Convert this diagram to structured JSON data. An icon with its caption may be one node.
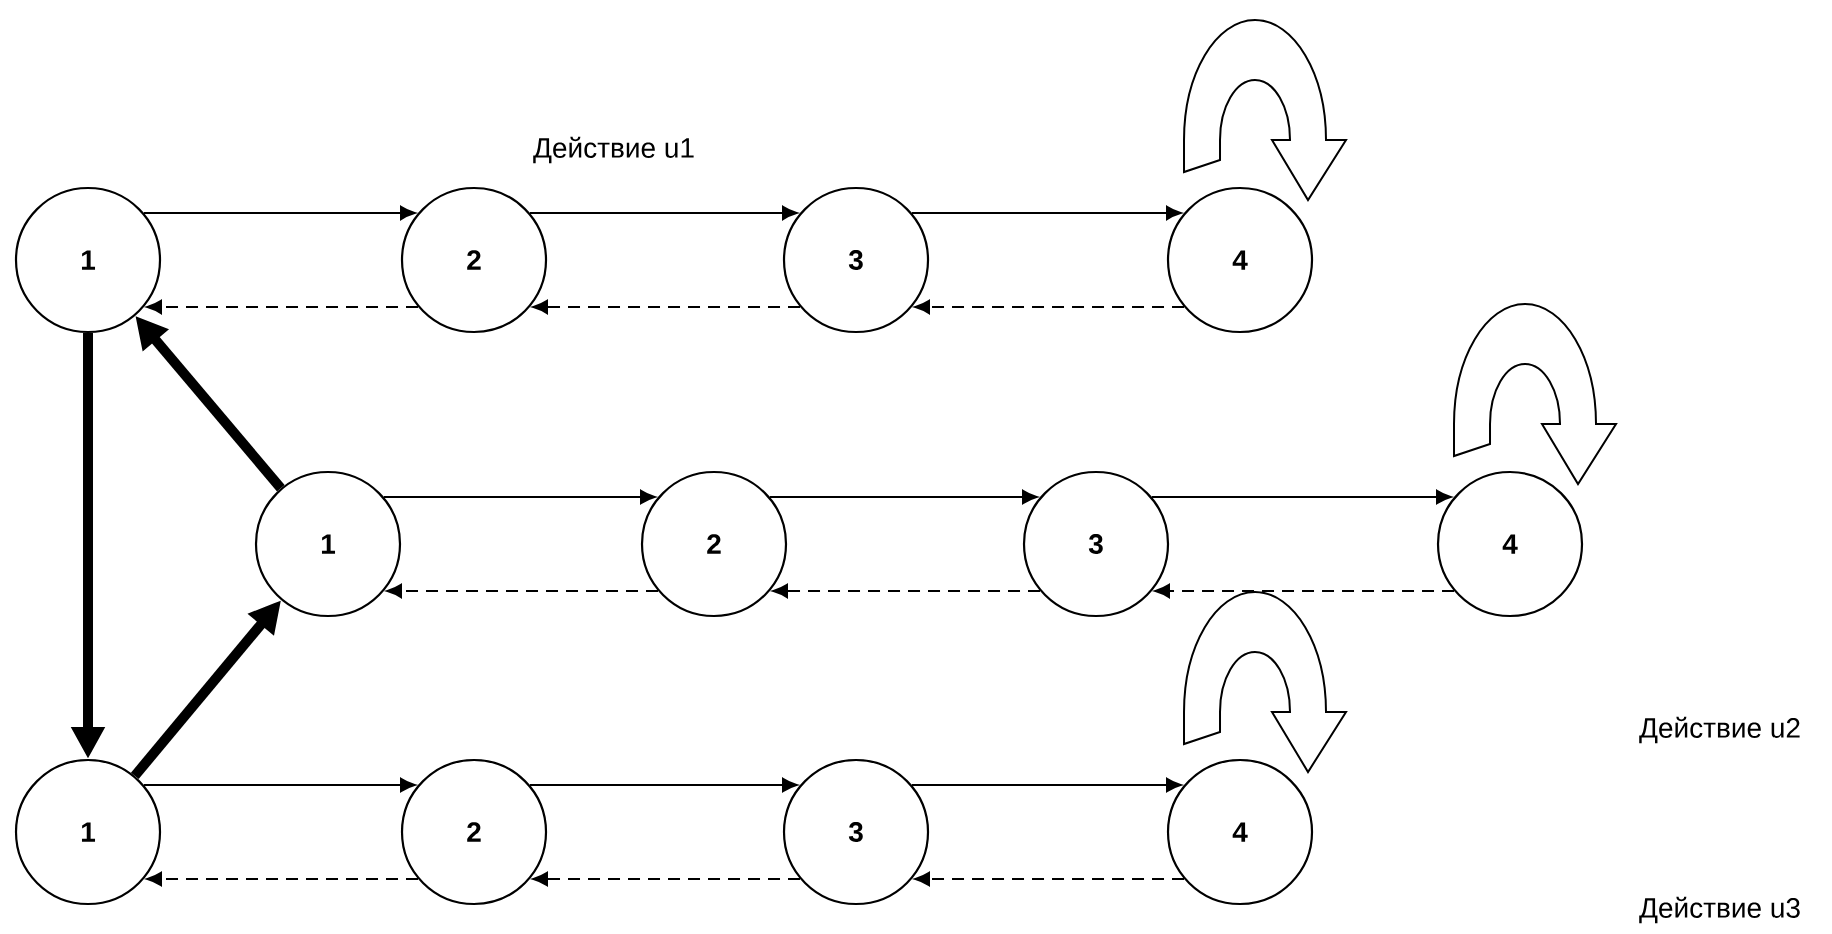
{
  "diagram": {
    "nodes": [
      {
        "text": [
          "1"
        ]
      },
      {
        "text": [
          "2"
        ]
      },
      {
        "text": [
          "3"
        ]
      },
      {
        "text": [
          "4"
        ]
      },
      {
        "text": [
          "1"
        ]
      },
      {
        "text": [
          "2"
        ]
      },
      {
        "text": [
          "3"
        ]
      },
      {
        "text": [
          "4"
        ]
      },
      {
        "text": [
          "1"
        ]
      },
      {
        "text": [
          "2"
        ]
      },
      {
        "text": [
          "3"
        ]
      },
      {
        "text": [
          "4"
        ]
      }
    ],
    "edges": [
      {
        "from": 0,
        "to": 1,
        "arrow": "to"
      },
      {
        "from": 1,
        "to": 2,
        "arrow": "to"
      },
      {
        "from": 2,
        "to": 3,
        "arrow": "to"
      },
      {
        "from": 1,
        "to": 0,
        "arrow": "to",
        "style": "dashed"
      },
      {
        "from": 2,
        "to": 1,
        "arrow": "to",
        "style": "dashed"
      },
      {
        "from": 3,
        "to": 2,
        "arrow": "to",
        "style": "dashed"
      },
      {
        "from": 3,
        "to": 3,
        "arrow": "to"
      },
      {
        "from": 4,
        "to": 5,
        "arrow": "to"
      },
      {
        "from": 5,
        "to": 6,
        "arrow": "to"
      },
      {
        "from": 6,
        "to": 7,
        "arrow": "to"
      },
      {
        "from": 5,
        "to": 4,
        "arrow": "to",
        "style": "dashed"
      },
      {
        "from": 6,
        "to": 5,
        "arrow": "to",
        "style": "dashed"
      },
      {
        "from": 7,
        "to": 6,
        "arrow": "to",
        "style": "dashed"
      },
      {
        "from": 7,
        "to": 7,
        "arrow": "to"
      },
      {
        "from": 8,
        "to": 9,
        "arrow": "to"
      },
      {
        "from": 9,
        "to": 10,
        "arrow": "to"
      },
      {
        "from": 10,
        "to": 11,
        "arrow": "to"
      },
      {
        "from": 9,
        "to": 8,
        "arrow": "to",
        "style": "dashed"
      },
      {
        "from": 10,
        "to": 9,
        "arrow": "to",
        "style": "dashed"
      },
      {
        "from": 11,
        "to": 10,
        "arrow": "to",
        "style": "dashed"
      },
      {
        "from": 11,
        "to": 11,
        "arrow": "to"
      },
      {
        "from": 0,
        "to": 8,
        "arrow": "to",
        "style": "thick"
      },
      {
        "from": 8,
        "to": 4,
        "arrow": "to",
        "style": "thick"
      },
      {
        "from": 4,
        "to": 0,
        "arrow": "to",
        "style": "thick"
      }
    ],
    "labels": [
      "Действие u1",
      "Действие u2",
      "Действие u3"
    ]
  }
}
